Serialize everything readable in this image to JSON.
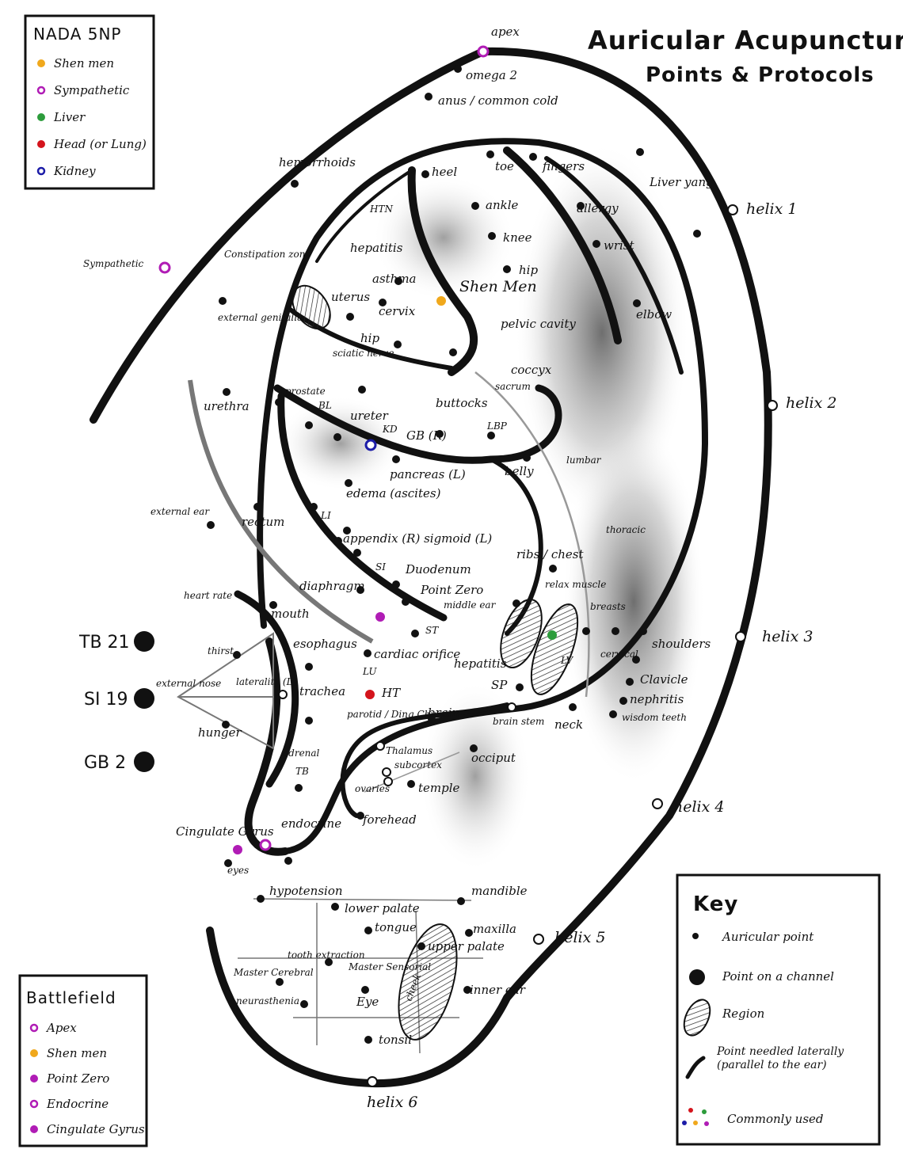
{
  "title": {
    "line1": "Auricular Acupuncture",
    "line2": "Points & Protocols"
  },
  "colors": {
    "orange": "#f0a81c",
    "magenta": "#b01cb5",
    "green": "#2d9c3c",
    "red": "#d4141c",
    "blue": "#1c1ca8",
    "ink": "#111111"
  },
  "nada": {
    "heading": "NADA 5NP",
    "items": [
      {
        "label": "Shen men",
        "color": "#f0a81c",
        "style": "dot"
      },
      {
        "label": "Sympathetic",
        "color": "#b01cb5",
        "style": "ring"
      },
      {
        "label": "Liver",
        "color": "#2d9c3c",
        "style": "dot"
      },
      {
        "label": "Head (or Lung)",
        "color": "#d4141c",
        "style": "dot"
      },
      {
        "label": "Kidney",
        "color": "#1c1ca8",
        "style": "ring"
      }
    ]
  },
  "battlefield": {
    "heading": "Battlefield",
    "items": [
      {
        "label": "Apex",
        "color": "#b01cb5",
        "style": "ring"
      },
      {
        "label": "Shen men",
        "color": "#f0a81c",
        "style": "dot"
      },
      {
        "label": "Point Zero",
        "color": "#b01cb5",
        "style": "dot"
      },
      {
        "label": "Endocrine",
        "color": "#b01cb5",
        "style": "ring"
      },
      {
        "label": "Cingulate Gyrus",
        "color": "#b01cb5",
        "style": "dot"
      }
    ]
  },
  "key": {
    "heading": "Key",
    "items": [
      {
        "label": "Auricular point"
      },
      {
        "label": "Point on a channel"
      },
      {
        "label": "Region"
      },
      {
        "label": "Point needled laterally (parallel to the ear)"
      },
      {
        "label": "Commonly used"
      }
    ]
  },
  "channels": [
    "TB 21",
    "SI 19",
    "GB 2"
  ],
  "helix": [
    "helix 1",
    "helix 2",
    "helix 3",
    "helix 4",
    "helix 5",
    "helix 6"
  ],
  "points": [
    "apex",
    "omega 2",
    "anus / common cold",
    "hemorrhoids",
    "heel",
    "toe",
    "fingers",
    "Liver yang",
    "HTN",
    "ankle",
    "allergy",
    "hepatitis",
    "knee",
    "wrist",
    "Shen Men",
    "hip",
    "Constipation zone",
    "asthma",
    "uterus",
    "cervix",
    "hip",
    "elbow",
    "external genitalia",
    "pelvic cavity",
    "sciatic nerve",
    "coccyx",
    "prostate",
    "urethra",
    "BL",
    "ureter",
    "KD",
    "GB (R)",
    "buttocks",
    "LBP",
    "sacrum",
    "pancreas (L)",
    "belly",
    "lumbar",
    "edema (ascites)",
    "external ear",
    "rectum",
    "LI",
    "thoracic",
    "appendix (R) sigmoid (L)",
    "SI",
    "ribs / chest",
    "Duodenum",
    "relax muscle",
    "heart rate",
    "diaphragm",
    "Point Zero",
    "middle ear",
    "breasts",
    "mouth",
    "ST",
    "esophagus",
    "shoulders",
    "hepatitis",
    "cardiac orifice",
    "LV",
    "cervical",
    "thirst",
    "external nose",
    "laterality (L)",
    "LU",
    "trachea",
    "HT",
    "Clavicle",
    "SP",
    "nephritis",
    "hunger",
    "parotid / Ding Chuan",
    "brain",
    "brain stem",
    "neck",
    "wisdom teeth",
    "adrenal",
    "Thalamus",
    "subcortex",
    "occiput",
    "TB",
    "ovaries",
    "temple",
    "forehead",
    "endocrine",
    "Cingulate Gyrus",
    "eyes",
    "hypotension",
    "mandible",
    "lower palate",
    "tongue",
    "maxilla",
    "upper palate",
    "tooth extraction",
    "Master Cerebral",
    "Master Sensorial",
    "inner ear",
    "neurasthenia",
    "Eye",
    "cheek",
    "tonsil",
    "Sympathetic"
  ]
}
